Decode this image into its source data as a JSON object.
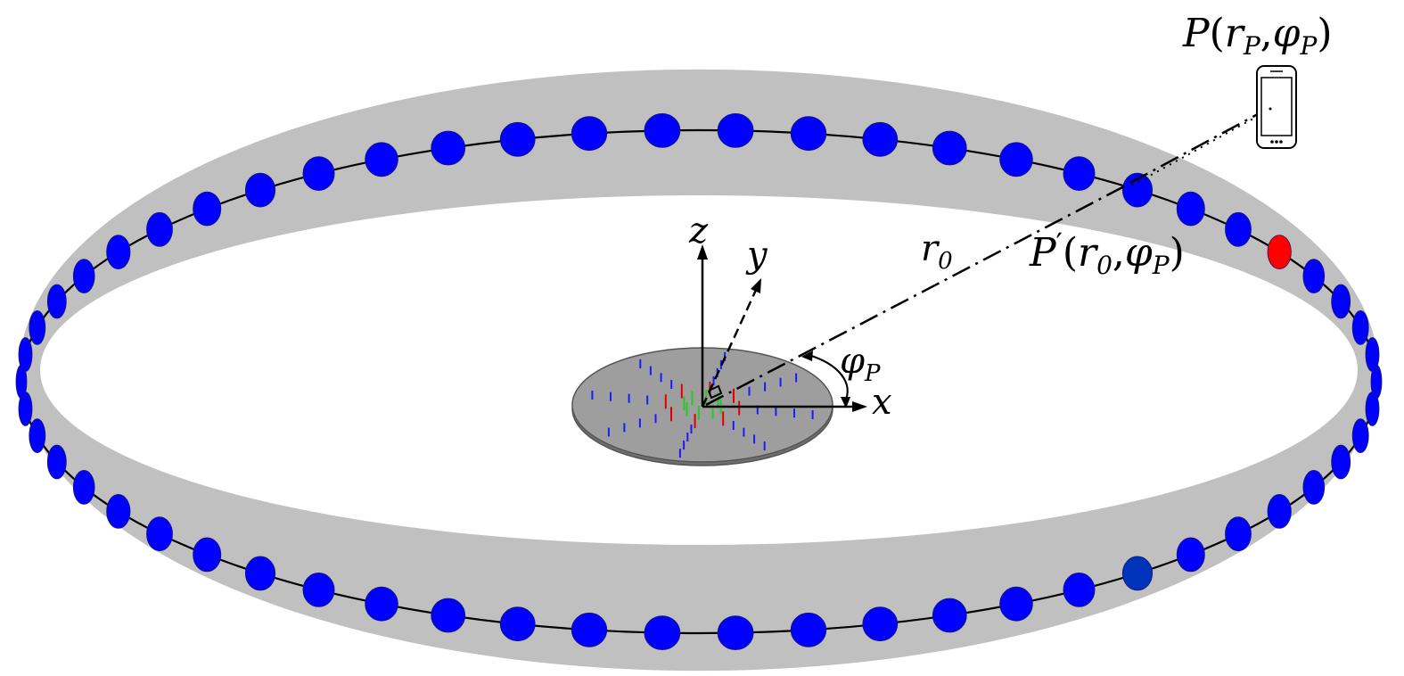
{
  "labels": {
    "point_p": {
      "base": "P",
      "open": "(",
      "r": "r",
      "r_sub": "P",
      "comma": ",",
      "phi": "φ",
      "phi_sub": "P",
      "close": ")"
    },
    "point_p_prime": {
      "base": "P",
      "prime": "′",
      "open": "(",
      "r": "r",
      "r_sub": "0",
      "comma": ",",
      "phi": "φ",
      "phi_sub": "P",
      "close": ")"
    },
    "radius": {
      "base": "r",
      "sub": "0"
    },
    "angle": {
      "base": "φ",
      "sub": "P"
    },
    "axis_x": "x",
    "axis_y": "y",
    "axis_z": "z"
  },
  "icons": {
    "receiver": "smartphone-icon"
  },
  "colors": {
    "ring_band": "#c0c0c0",
    "element": "#0000ff",
    "element_dark": "#0033bb",
    "element_highlight": "#ff0000",
    "disk": "#9e9e9e",
    "disk_edge": "#6f6f6f",
    "mic_blue": "#1a1aff",
    "mic_red": "#e00000",
    "mic_green": "#22cc22"
  },
  "ring": {
    "element_count": 58,
    "highlight_index": 53,
    "dark_index": 8
  }
}
